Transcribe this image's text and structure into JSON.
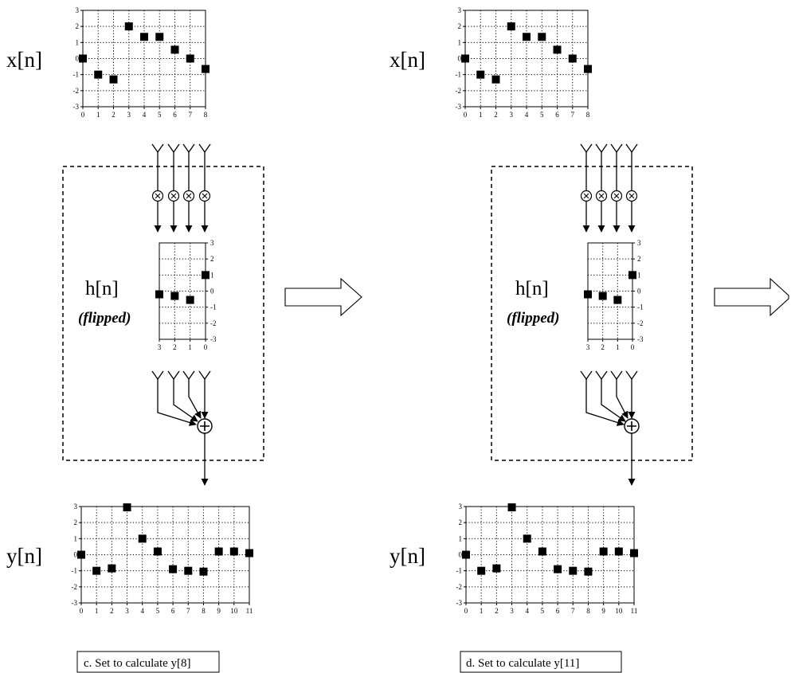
{
  "panels": [
    {
      "x_label": "x[n]",
      "h_label": "h[n]",
      "h_note": "(flipped)",
      "y_label": "y[n]",
      "caption": "c. Set to calculate y[8]"
    },
    {
      "x_label": "x[n]",
      "h_label": "h[n]",
      "h_note": "(flipped)",
      "y_label": "y[n]",
      "caption": "d. Set to calculate y[11]"
    }
  ],
  "icons": {
    "multiplier": "circle-times-icon",
    "adder": "circle-plus-icon",
    "flow_arrow": "hollow-right-arrow-icon"
  },
  "chart_data": [
    {
      "type": "scatter",
      "name": "x[n]",
      "x": [
        0,
        1,
        2,
        3,
        4,
        5,
        6,
        7,
        8
      ],
      "y": [
        0,
        -1.0,
        -1.3,
        2.0,
        1.35,
        1.35,
        0.55,
        0.0,
        -0.65
      ],
      "xlim": [
        0,
        8
      ],
      "ylim": [
        -3,
        3
      ],
      "xticks": [
        "0",
        "1",
        "2",
        "3",
        "4",
        "5",
        "6",
        "7",
        "8"
      ],
      "yticks": [
        "3",
        "2",
        "1",
        "0",
        "-1",
        "-2",
        "-3"
      ],
      "grid": true
    },
    {
      "type": "scatter",
      "name": "h[n] flipped",
      "x": [
        3,
        2,
        1,
        0
      ],
      "y": [
        -0.2,
        -0.3,
        -0.55,
        1.0
      ],
      "xlim": [
        3,
        0
      ],
      "ylim": [
        -3,
        3
      ],
      "xticks": [
        "3",
        "2",
        "1",
        "0"
      ],
      "yticks": [
        "3",
        "2",
        "1",
        "0",
        "-1",
        "-2",
        "-3"
      ],
      "grid": true
    },
    {
      "type": "scatter",
      "name": "y[n]",
      "x": [
        0,
        1,
        2,
        3,
        4,
        5,
        6,
        7,
        8,
        9,
        10,
        11
      ],
      "y": [
        0,
        -1.0,
        -0.85,
        2.95,
        1.0,
        0.2,
        -0.9,
        -1.0,
        -1.05,
        0.2,
        0.2,
        0.1
      ],
      "xlim": [
        0,
        11
      ],
      "ylim": [
        -3,
        3
      ],
      "xticks": [
        "0",
        "1",
        "2",
        "3",
        "4",
        "5",
        "6",
        "7",
        "8",
        "9",
        "10",
        "11"
      ],
      "yticks": [
        "3",
        "2",
        "1",
        "0",
        "-1",
        "-2",
        "-3"
      ],
      "grid": true
    }
  ]
}
